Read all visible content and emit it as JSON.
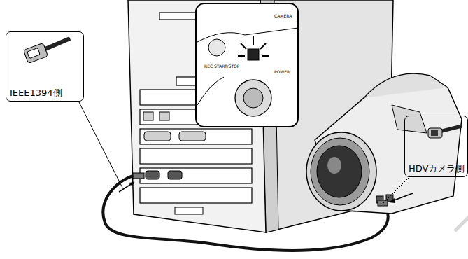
{
  "diagram": {
    "nodes": [
      {
        "text": [
          "IEEE1394側"
        ]
      },
      {
        "text": [
          "HDVカメラ側"
        ]
      }
    ],
    "labels": [
      "CAMERA",
      "REC START/STOP",
      "POWER"
    ]
  }
}
